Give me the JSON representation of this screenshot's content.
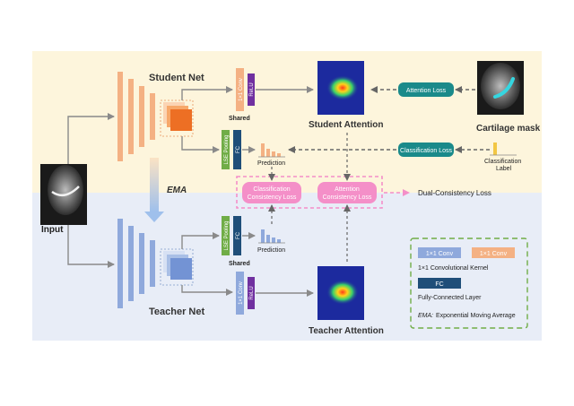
{
  "labels": {
    "input": "Input",
    "student_net": "Student Net",
    "teacher_net": "Teacher Net",
    "ema": "EMA",
    "shared_top": "Shared",
    "shared_bottom": "Shared",
    "prediction_top": "Prediction",
    "prediction_bottom": "Prediction",
    "student_attention": "Student Attention",
    "teacher_attention": "Teacher Attention",
    "cartilage_mask": "Cartilage mask",
    "classification_label_1": "Classification",
    "classification_label_2": "Label",
    "dual_consistency_loss": "Dual-Consistency Loss"
  },
  "blocks": {
    "conv1x1": "1×1 Conv",
    "lse_pooling": "LSE Pooling",
    "fc": "FC",
    "relu": "ReLU"
  },
  "losses": {
    "attention_loss": "Attention Loss",
    "classification_loss": "Classification Loss",
    "classification_consistency_1": "Classification",
    "classification_consistency_2": "Consistency Loss",
    "attention_consistency_1": "Attention",
    "attention_consistency_2": "Consistency Loss"
  },
  "legend": {
    "conv_blue": "1×1 Conv",
    "conv_orange": "1×1 Conv",
    "conv_desc": "1×1 Convolutional Kernel",
    "fc": "FC",
    "fc_desc": "Fully-Connected Layer",
    "ema_key": "EMA:",
    "ema_desc": "Exponential Moving Average"
  },
  "colors": {
    "student_bg": "#fdf5dc",
    "teacher_bg": "#e8edf7",
    "student_layer": "#f4b183",
    "teacher_layer": "#8fa9dc",
    "lse_green": "#70ad47",
    "fc_navy": "#1f4e79",
    "relu_purple": "#7030a0",
    "loss_teal": "#1a8a8a",
    "consistency_pink": "#f48fc8",
    "legend_border": "#70ad47"
  }
}
